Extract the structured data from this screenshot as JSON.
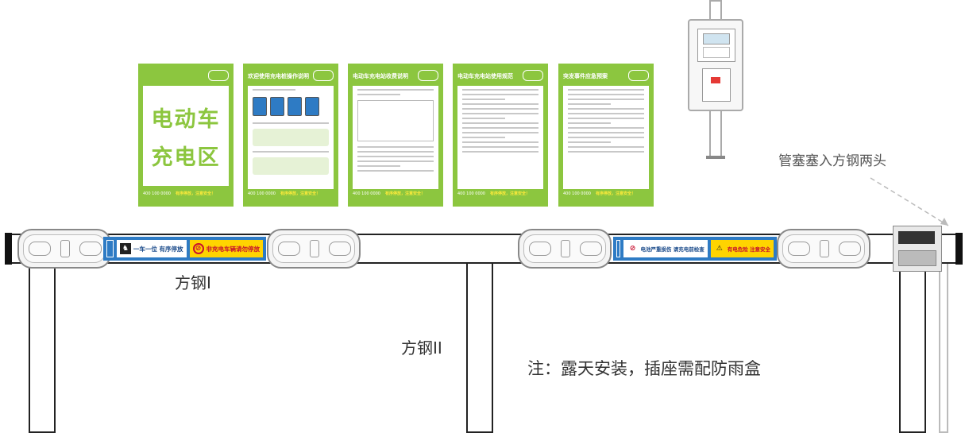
{
  "posters": [
    {
      "id": "main",
      "title_line1": "电动车",
      "title_line2": "充电区"
    },
    {
      "id": "guide",
      "heading": "欢迎使用充电桩操作说明"
    },
    {
      "id": "steps",
      "heading": "电动车充电站收费说明"
    },
    {
      "id": "rules",
      "heading": "电动车充电站使用规范"
    },
    {
      "id": "emergency",
      "heading": "突发事件应急预案"
    }
  ],
  "poster_footer_phone": "400 100 0000",
  "poster_footer_slogan": "有序停放，注意安全！",
  "strip1": {
    "sign1": "一车一位 有序停放",
    "sign2": "非充电车辆请勿停放"
  },
  "strip2": {
    "sign1": "电池严重损伤 请充电前检查",
    "sign2": "有电危险 注意安全"
  },
  "labels": {
    "steel1": "方钢I",
    "steel2": "方钢II",
    "plug_note": "管塞塞入方钢两头",
    "install_note": "注：露天安装，插座需配防雨盒"
  },
  "icons": {
    "strip_icon1": "person-parking-icon",
    "strip_icon2": "no-entry-icon",
    "strip_icon3": "no-entry-icon",
    "strip_icon4": "warning-triangle-icon"
  },
  "colors": {
    "poster_green": "#8cc63f",
    "strip_blue": "#2e7bc4",
    "sign_yellow": "#ffd400"
  }
}
